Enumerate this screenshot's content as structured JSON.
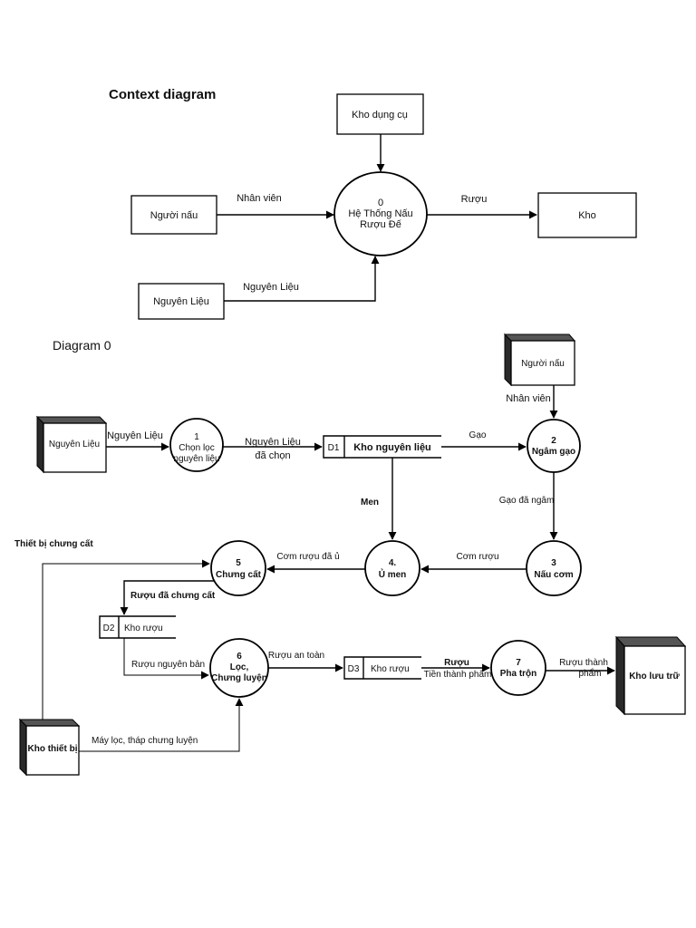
{
  "context": {
    "title": "Context diagram",
    "center": {
      "number": "0",
      "line1": "Hệ Thống Nấu",
      "line2": "Rượu Đế"
    },
    "entities": {
      "kho_dung_cu": "Kho dụng cụ",
      "nguoi_nau": "Người nấu",
      "nguyen_lieu": "Nguyên Liệu",
      "kho": "Kho"
    },
    "flows": {
      "nhan_vien": "Nhân viên",
      "ruou": "Rượu",
      "nguyen_lieu": "Nguyên Liệu"
    }
  },
  "diagram0": {
    "title": "Diagram 0",
    "entities": {
      "nguoi_nau": "Người nấu",
      "nguyen_lieu": "Nguyên Liệu",
      "kho_thiet_bi": "Kho thiết bị",
      "kho_luu_tru": "Kho lưu trữ"
    },
    "processes": {
      "p1": {
        "number": "1",
        "line1": "Chọn lọc",
        "line2": "nguyên liệu"
      },
      "p2": {
        "number": "2",
        "line1": "Ngâm gạo"
      },
      "p3": {
        "number": "3",
        "line1": "Nấu cơm"
      },
      "p4": {
        "number": "4.",
        "line1": "Ủ men"
      },
      "p5": {
        "number": "5",
        "line1": "Chưng cất"
      },
      "p6": {
        "number": "6",
        "line1": "Lọc,",
        "line2": "Chưng luyện"
      },
      "p7": {
        "number": "7",
        "line1": "Pha trộn"
      }
    },
    "stores": {
      "d1": {
        "id": "D1",
        "name": "Kho nguyên liệu"
      },
      "d2": {
        "id": "D2",
        "name": "Kho rượu"
      },
      "d3": {
        "id": "D3",
        "name": "Kho rượu"
      }
    },
    "flows": {
      "nhan_vien": "Nhân viên",
      "nguyen_lieu": "Nguyên Liệu",
      "nguyen_lieu_da_chon_1": "Nguyên Liệu",
      "nguyen_lieu_da_chon_2": "đã chọn",
      "gao": "Gạo",
      "men": "Men",
      "gao_da_ngam": "Gạo đã ngâm",
      "com_ruou": "Cơm rượu",
      "com_ruou_da_u": "Cơm rượu đã ủ",
      "thiet_bi_chung_cat": "Thiết bị chưng cất",
      "ruou_da_chung_cat": "Rượu đã chưng cất",
      "ruou_nguyen_ban": "Rượu  nguyên bản",
      "ruou_an_toan": "Rượu an toàn",
      "ruou_tien_thanh_pham_1": "Rượu",
      "ruou_tien_thanh_pham_2": "Tiền thành phẩm",
      "ruou_thanh_pham_1": "Rượu thành",
      "ruou_thanh_pham_2": "phẩm",
      "may_loc": "Máy lọc, tháp chưng luyện"
    }
  }
}
